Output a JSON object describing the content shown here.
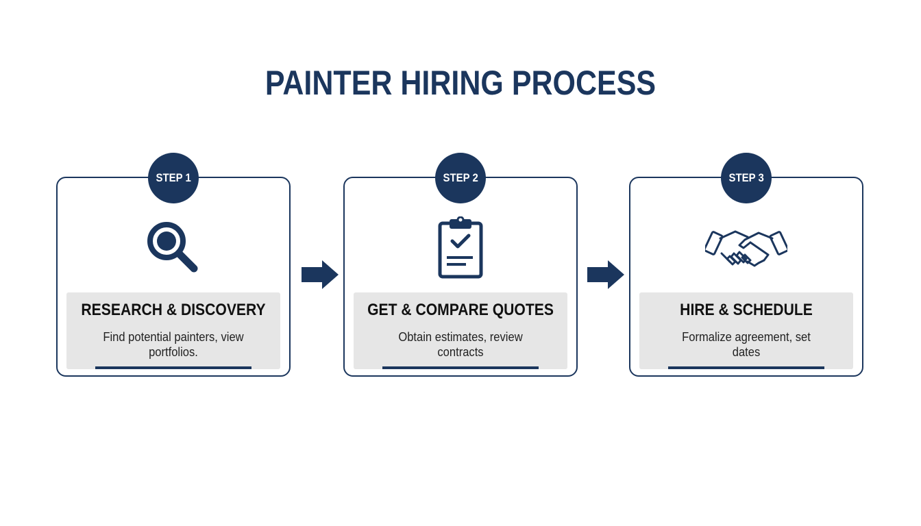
{
  "title": "PAINTER HIRING PROCESS",
  "colors": {
    "primary": "#1b365d",
    "panel": "#e6e6e6",
    "background": "#ffffff"
  },
  "steps": [
    {
      "badge": "STEP 1",
      "icon": "magnifying-glass-icon",
      "heading": "RESEARCH & DISCOVERY",
      "description": "Find potential painters, view portfolios."
    },
    {
      "badge": "STEP 2",
      "icon": "clipboard-check-icon",
      "heading": "GET & COMPARE QUOTES",
      "description": "Obtain estimates, review contracts"
    },
    {
      "badge": "STEP 3",
      "icon": "handshake-icon",
      "heading": "HIRE & SCHEDULE",
      "description": "Formalize agreement, set dates"
    }
  ],
  "connectors": [
    "arrow-right-icon",
    "arrow-right-icon"
  ]
}
